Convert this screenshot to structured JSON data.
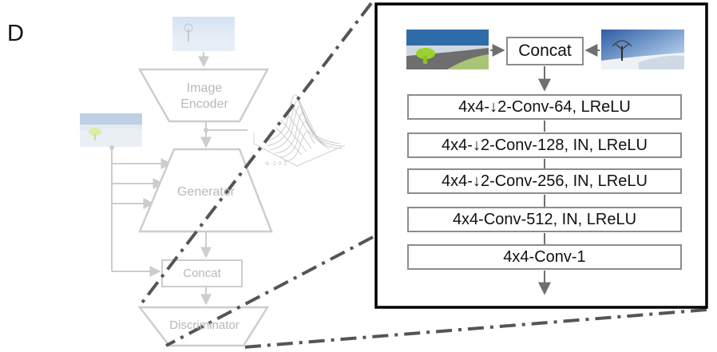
{
  "panel_label": "D",
  "background_pipeline": {
    "image_encoder_label_line1": "Image",
    "image_encoder_label_line2": "Encoder",
    "generator_label": "Generator",
    "concat_label": "Concat",
    "discriminator_label": "Discriminator"
  },
  "zoom_panel": {
    "concat_label": "Concat",
    "layers": [
      "4x4-↓2-Conv-64, LReLU",
      "4x4-↓2-Conv-128, IN, LReLU",
      "4x4-↓2-Conv-256, IN, LReLU",
      "4x4-Conv-512, IN, LReLU",
      "4x4-Conv-1"
    ]
  },
  "colors": {
    "faded_stroke": "#c8c8c8",
    "faded_text": "#b8b8b8",
    "box_border": "#8c8c8c",
    "arrow": "#777777",
    "dash_line": "#555555",
    "panel_border": "#000000"
  }
}
